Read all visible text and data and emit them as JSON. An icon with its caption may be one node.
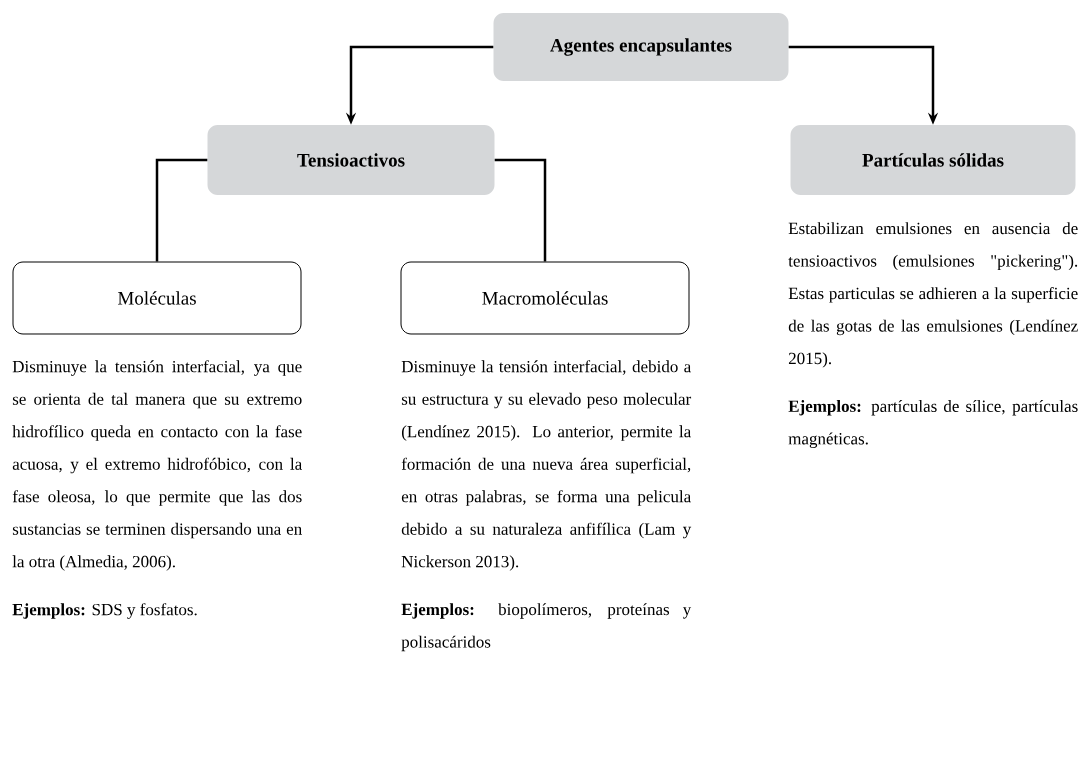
{
  "diagram": {
    "nodes": [
      {
        "text": [
          "Agentes encapsulantes"
        ]
      },
      {
        "text": [
          "Tensioactivos"
        ]
      },
      {
        "text": [
          "Partículas sólidas"
        ],
        "beside": [
          "Estabilizan emulsiones en ausencia de tensioactivos (emulsiones \"pickering\"). Estas particulas se adhieren a la superficie de las gotas de las emulsiones (Lendínez 2015).",
          "**Ejemplos:** partículas de sílice, partículas magnéticas."
        ]
      },
      {
        "text": [
          "Moléculas"
        ],
        "beside": [
          "Disminuye la tensión interfacial, ya que se orienta de tal manera que su extremo hidrofílico queda en contacto con la fase acuosa, y el extremo hidrofóbico, con la fase oleosa, lo que permite que las dos sustancias se terminen dispersando una en la otra (Almedia, 2006).",
          "**Ejemplos:** SDS y fosfatos."
        ]
      },
      {
        "text": [
          "Macromoléculas"
        ],
        "beside": [
          "Disminuye la tensión interfacial, debido a su estructura y su elevado peso molecular (Lendínez 2015). Lo anterior, permite la formación de una nueva área superficial, en otras palabras, se forma una pelicula debido a su naturaleza anfifílica (Lam y Nickerson 2013).",
          "**Ejemplos:** biopolímeros, proteínas y polisacáridos"
        ]
      }
    ],
    "edges": [
      {
        "from": 0,
        "to": 1,
        "arrow": "to"
      },
      {
        "from": 0,
        "to": 2,
        "arrow": "to"
      },
      {
        "from": 1,
        "to": 3,
        "arrow": "none"
      },
      {
        "from": 1,
        "to": 4,
        "arrow": "none"
      }
    ]
  }
}
